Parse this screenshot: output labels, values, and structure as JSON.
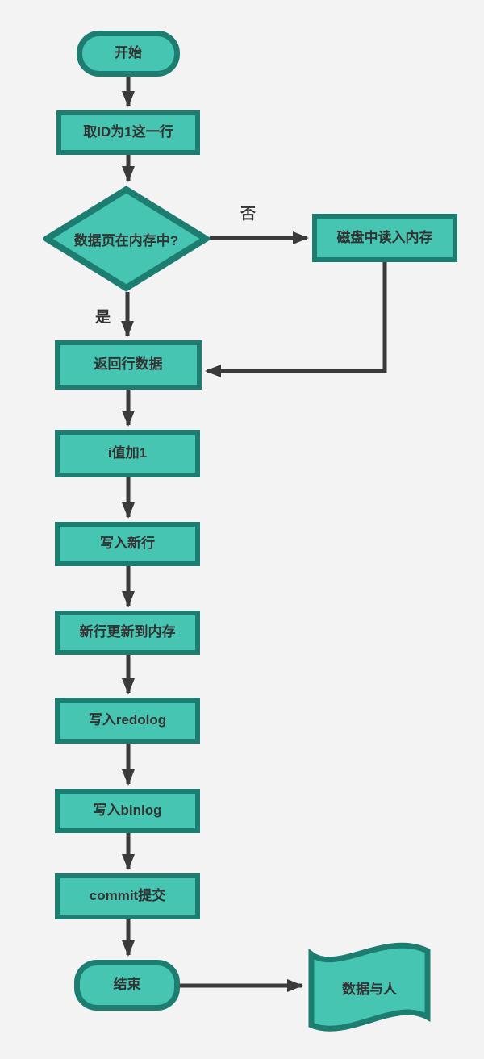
{
  "colors": {
    "node_fill": "#46c6b2",
    "node_border": "#1d7d71",
    "connector": "#3a3a3a",
    "text": "#333333",
    "background": "#f3f3f3"
  },
  "diagram": {
    "type": "flowchart",
    "nodes": [
      {
        "id": "start",
        "type": "terminator",
        "label": "开始"
      },
      {
        "id": "fetch-row",
        "type": "process",
        "label": "取ID为1这一行"
      },
      {
        "id": "page-in-memory",
        "type": "decision",
        "label": "数据页在内存中?"
      },
      {
        "id": "read-disk",
        "type": "process",
        "label": "磁盘中读入内存"
      },
      {
        "id": "return-row",
        "type": "process",
        "label": "返回行数据"
      },
      {
        "id": "increment-i",
        "type": "process",
        "label": "i值加1"
      },
      {
        "id": "write-new-row",
        "type": "process",
        "label": "写入新行"
      },
      {
        "id": "update-memory",
        "type": "process",
        "label": "新行更新到内存"
      },
      {
        "id": "write-redolog",
        "type": "process",
        "label": "写入redolog"
      },
      {
        "id": "write-binlog",
        "type": "process",
        "label": "写入binlog"
      },
      {
        "id": "commit",
        "type": "process",
        "label": "commit提交"
      },
      {
        "id": "end",
        "type": "terminator",
        "label": "结束"
      },
      {
        "id": "watermark",
        "type": "tape",
        "label": "数据与人"
      }
    ],
    "edges": [
      {
        "from": "start",
        "to": "fetch-row",
        "label": ""
      },
      {
        "from": "fetch-row",
        "to": "page-in-memory",
        "label": ""
      },
      {
        "from": "page-in-memory",
        "to": "read-disk",
        "label": "否"
      },
      {
        "from": "page-in-memory",
        "to": "return-row",
        "label": "是"
      },
      {
        "from": "read-disk",
        "to": "return-row",
        "label": ""
      },
      {
        "from": "return-row",
        "to": "increment-i",
        "label": ""
      },
      {
        "from": "increment-i",
        "to": "write-new-row",
        "label": ""
      },
      {
        "from": "write-new-row",
        "to": "update-memory",
        "label": ""
      },
      {
        "from": "update-memory",
        "to": "write-redolog",
        "label": ""
      },
      {
        "from": "write-redolog",
        "to": "write-binlog",
        "label": ""
      },
      {
        "from": "write-binlog",
        "to": "commit",
        "label": ""
      },
      {
        "from": "commit",
        "to": "end",
        "label": ""
      },
      {
        "from": "end",
        "to": "watermark",
        "label": ""
      }
    ]
  }
}
